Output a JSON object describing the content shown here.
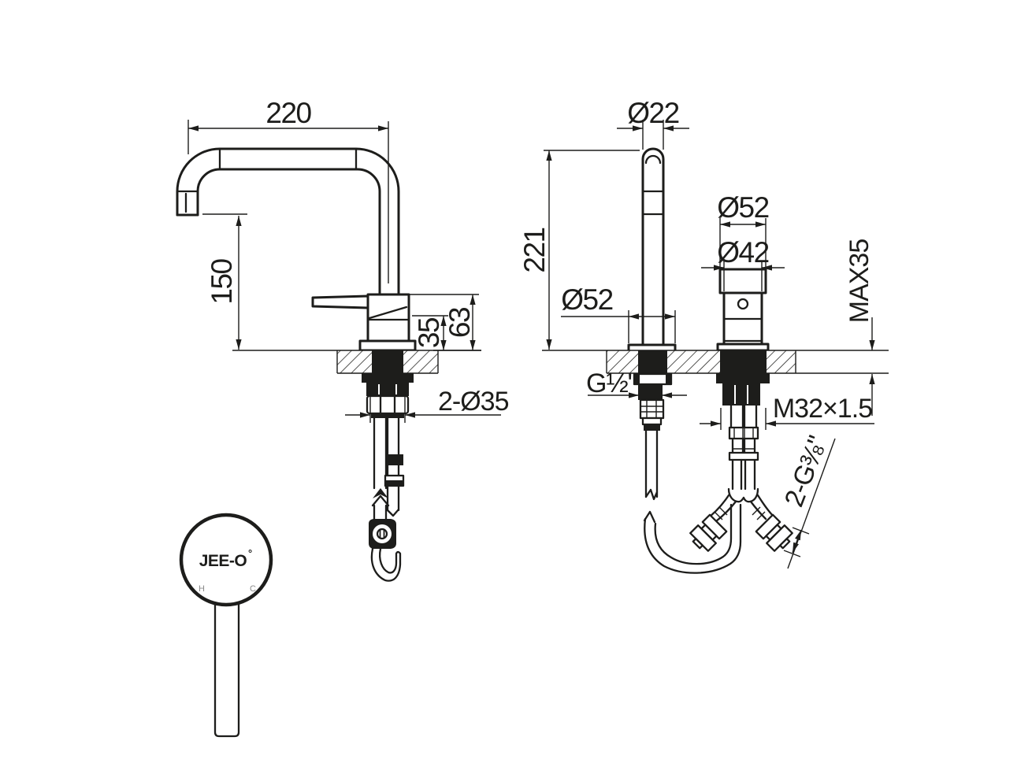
{
  "drawing": {
    "front_view": {
      "spout_reach": "220",
      "spout_height": "150",
      "body_lower_height": "35",
      "body_height": "63",
      "mounting_holes": "2-Ø35"
    },
    "side_view": {
      "spout_diameter": "Ø22",
      "spout_total_height": "221",
      "spout_base_diameter": "Ø52",
      "handle_diameter": "Ø52",
      "handle_body_diameter": "Ø42",
      "max_deck_thickness": "MAX35",
      "spout_connection_thread": "G½\"",
      "handle_mounting_thread": "M32×1.5",
      "supply_hose_thread": "2-G⅜\""
    },
    "logo": {
      "brand": "JEE-O",
      "registered_mark": "°",
      "hot_label": "H",
      "cold_label": "C"
    }
  },
  "colors": {
    "line": "#1d1d1b",
    "background": "#ffffff"
  }
}
